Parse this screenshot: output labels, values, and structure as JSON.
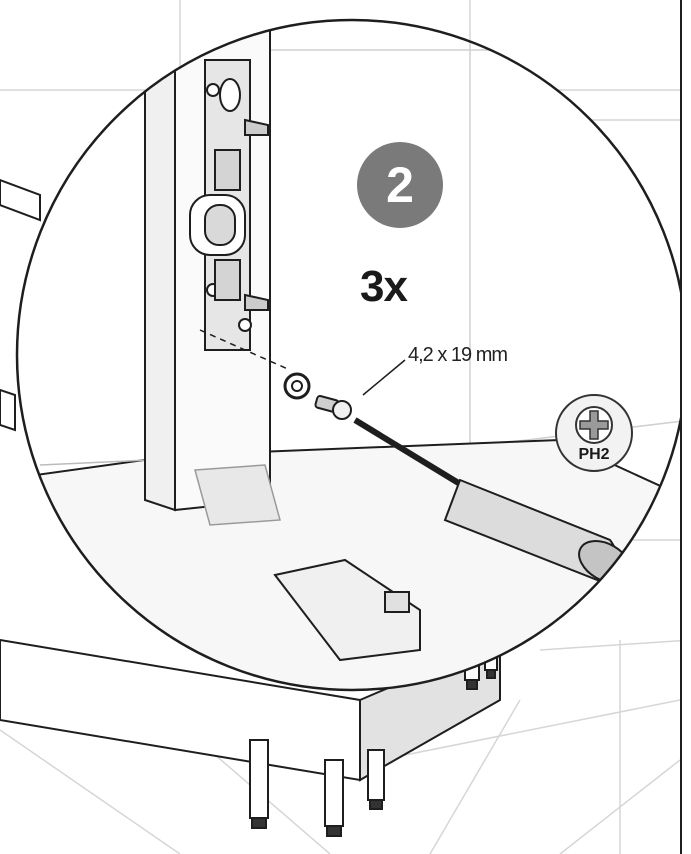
{
  "step": {
    "number": "2"
  },
  "quantity": {
    "label": "3x"
  },
  "screw": {
    "size_label": "4,2 x 19 mm"
  },
  "tool": {
    "bit_label": "PH2",
    "icon": "phillips-plus-icon"
  },
  "colors": {
    "badge_gray": "#7a7a7a",
    "line_dark": "#1e1e1e",
    "tile_gray": "#d4d4d4",
    "cabinet_light": "#f4f4f4"
  }
}
